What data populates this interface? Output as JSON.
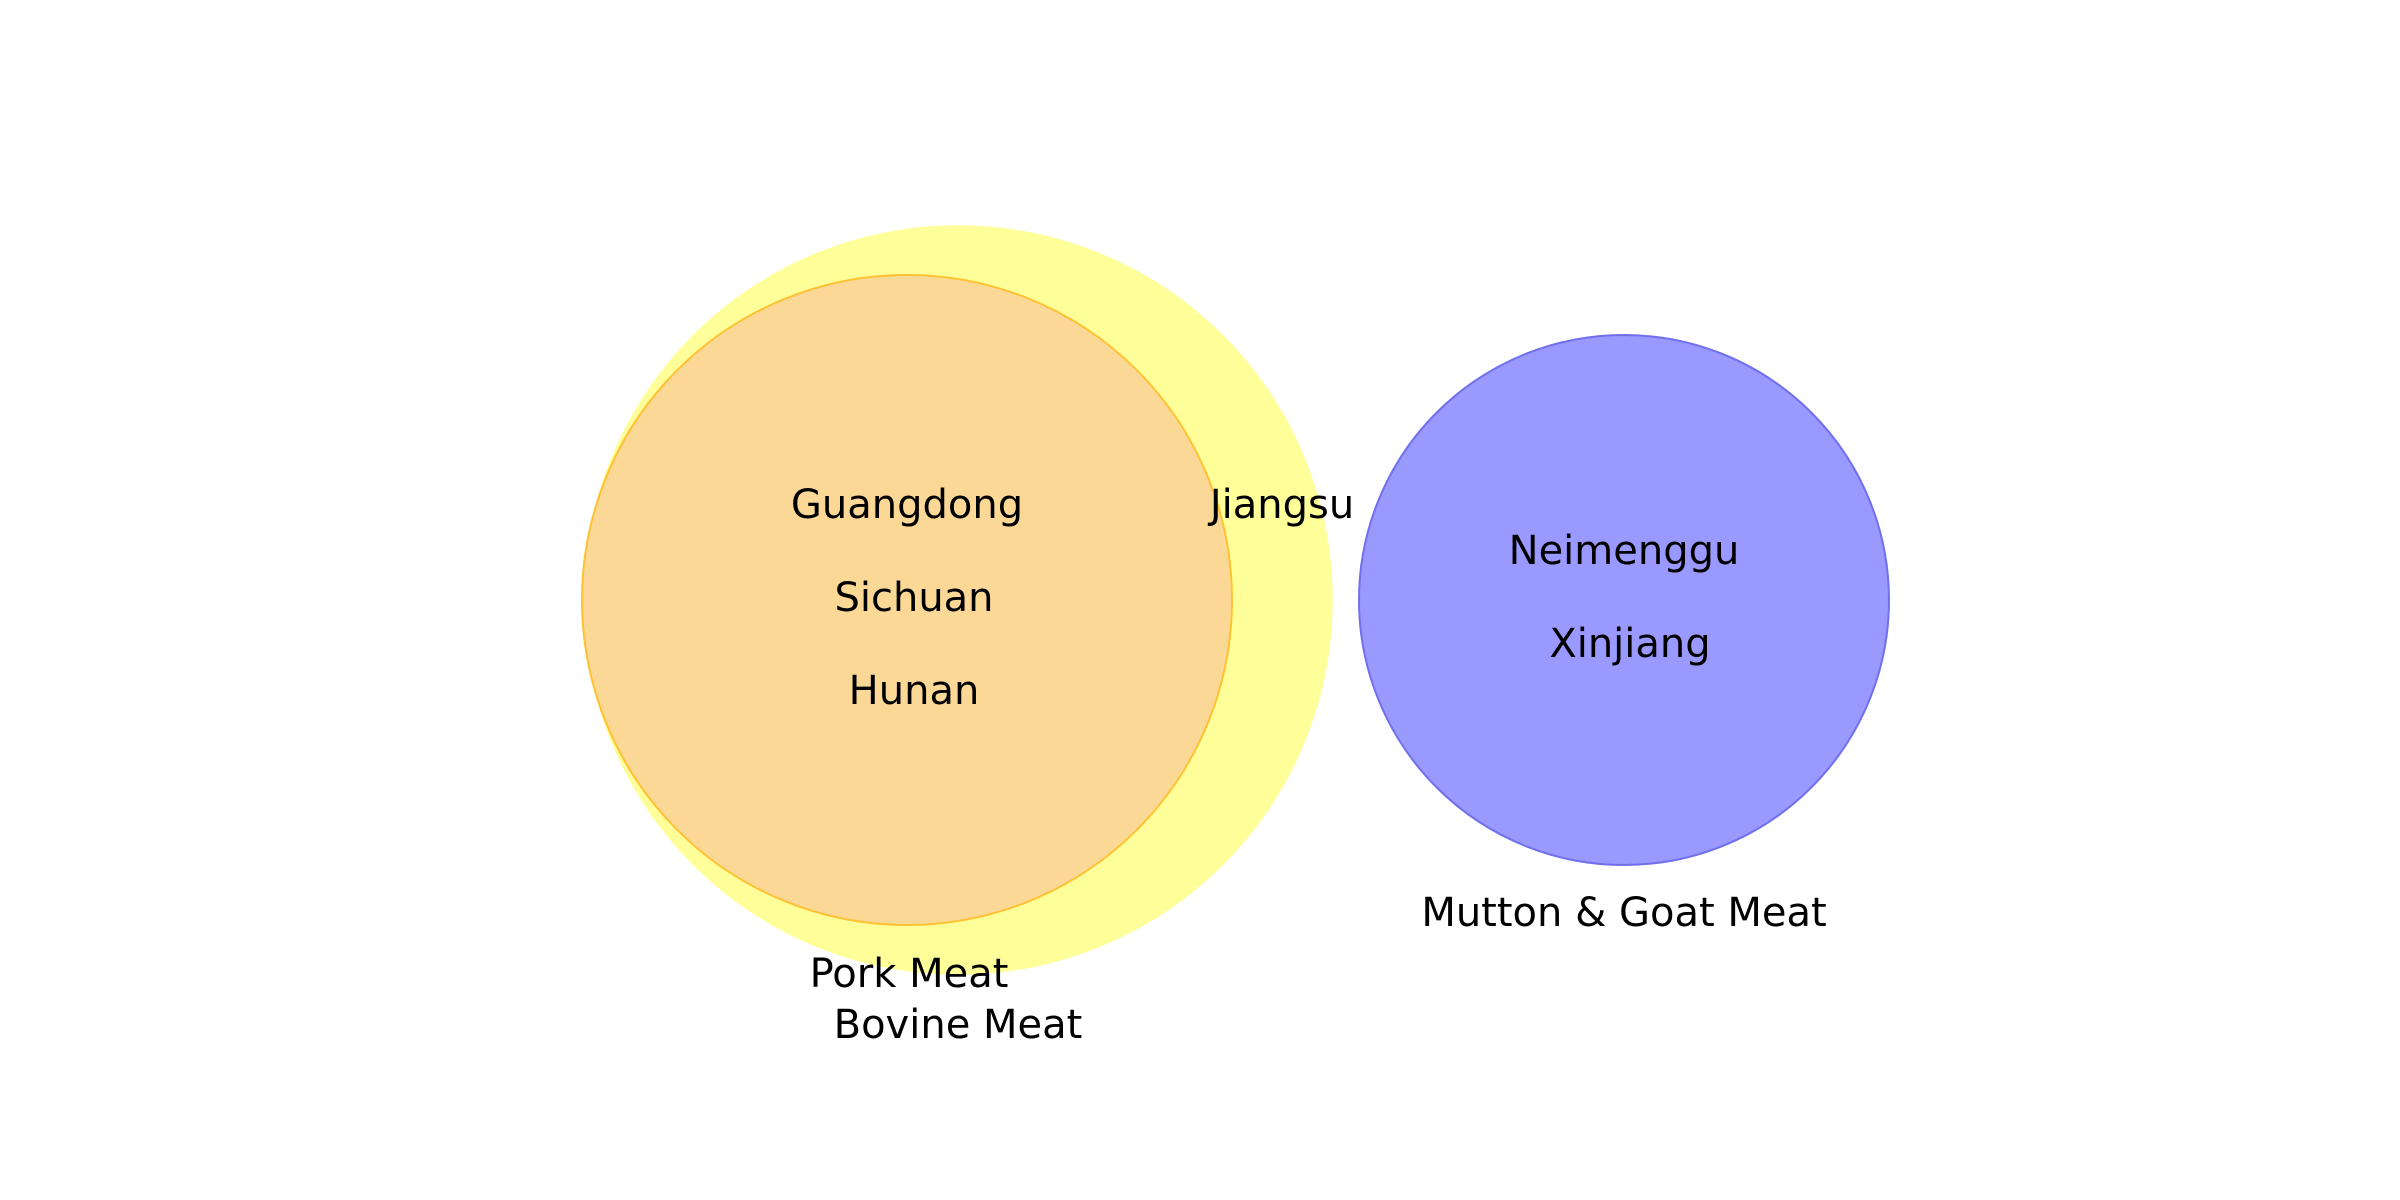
{
  "sets": {
    "bovine": {
      "label": "Bovine Meat",
      "fill": "#ffff99",
      "stroke": "#ffff99"
    },
    "pork": {
      "label": "Pork Meat",
      "fill": "#fcd897",
      "stroke": "#ffc233"
    },
    "mutton": {
      "label": "Mutton & Goat Meat",
      "fill": "#9999ff",
      "stroke": "#7070ee"
    }
  },
  "regions": {
    "pork_and_bovine": [
      "Guangdong",
      "Sichuan",
      "Hunan"
    ],
    "bovine_only": [
      "Jiangsu"
    ],
    "mutton_only": [
      "Neimenggu",
      "Xinjiang"
    ]
  }
}
